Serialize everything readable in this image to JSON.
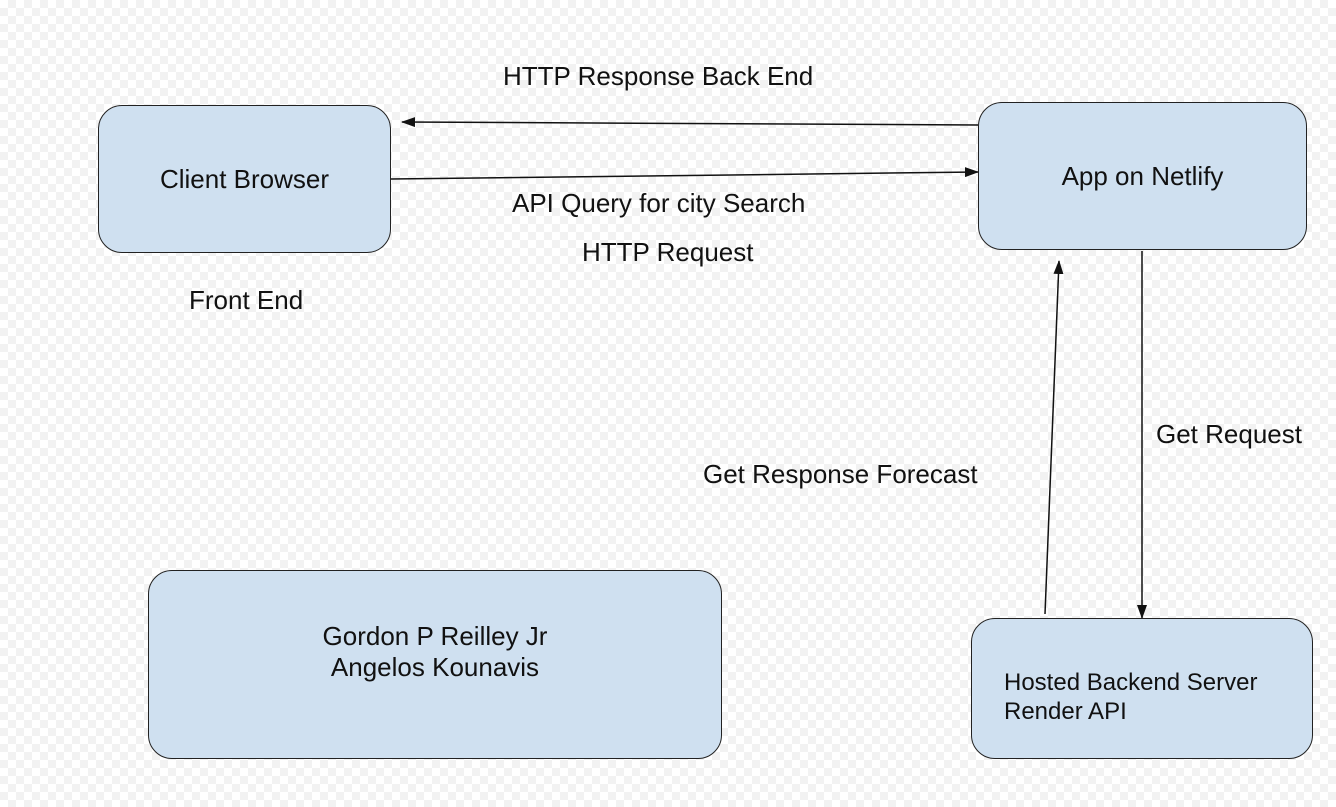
{
  "nodes": {
    "client_browser": "Client Browser",
    "app_netlify": "App on Netlify",
    "authors": [
      "Gordon P Reilley Jr",
      "Angelos Kounavis"
    ],
    "backend": [
      "Hosted Backend Server",
      "Render API"
    ]
  },
  "labels": {
    "http_response": "HTTP Response Back End",
    "api_query": "API Query for city Search",
    "http_request": "HTTP Request",
    "front_end": "Front End",
    "get_request": "Get Request",
    "get_response": "Get Response Forecast"
  },
  "colors": {
    "node_fill": "#cfe0f0",
    "stroke": "#222222"
  }
}
